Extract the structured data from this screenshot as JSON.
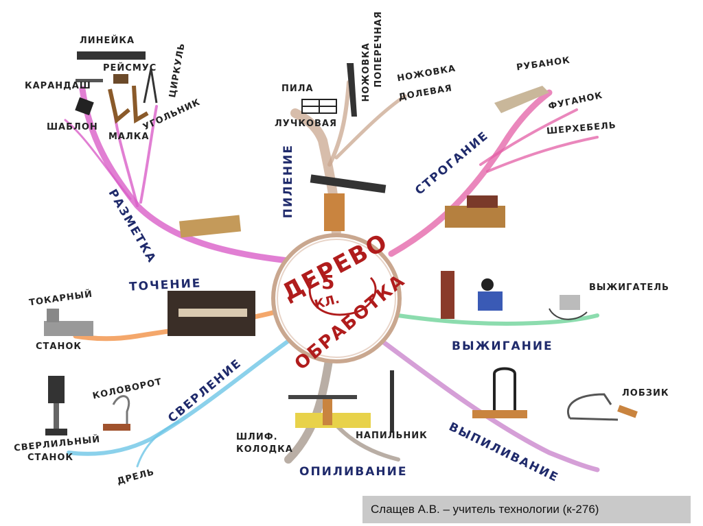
{
  "center": {
    "line1": "ДЕРЕВО",
    "grade": "5",
    "grade2": "КЛ.",
    "line2": "ОБРАБОТКА"
  },
  "branches": {
    "marking": "РАЗМЕТКА",
    "sawing": "ПИЛЕНИЕ",
    "planing": "СТРОГАНИЕ",
    "turning": "ТОЧЕНИЕ",
    "burning": "ВЫЖИГАНИЕ",
    "drilling": "СВЕРЛЕНИЕ",
    "filing": "ОПИЛИВАНИЕ",
    "fretsawing": "ВЫПИЛИВАНИЕ"
  },
  "tools": {
    "ruler": "ЛИНЕЙКА",
    "scriber": "РЕЙСМУС",
    "compass": "ЦИРКУЛЬ",
    "pencil": "КАРАНДАШ",
    "template": "ШАБЛОН",
    "bevel": "МАЛКА",
    "square": "УГОЛЬНИК",
    "saw": "ПИЛА",
    "bow_saw": "ЛУЧКОВАЯ",
    "crosscut_saw_1": "НОЖОВКА",
    "crosscut_saw_2": "ПОПЕРЕЧНАЯ",
    "rip_saw_1": "НОЖОВКА",
    "rip_saw_2": "ДОЛЕВАЯ",
    "plane": "РУБАНОК",
    "jointer": "ФУГАНОК",
    "scrub_plane": "ШЕРХЕБЕЛЬ",
    "lathe_1": "ТОКАРНЫЙ",
    "lathe_2": "СТАНОК",
    "burner": "ВЫЖИГАТЕЛЬ",
    "brace": "КОЛОВОРОТ",
    "drill_press_1": "СВЕРЛИЛЬНЫЙ",
    "drill_press_2": "СТАНОК",
    "drill": "ДРЕЛЬ",
    "sanding_block_1": "ШЛИФ.",
    "sanding_block_2": "КОЛОДКА",
    "file": "НАПИЛЬНИК",
    "jigsaw": "ЛОБЗИК"
  },
  "footer": "Слащев А.В. – учитель технологии (к-276)",
  "colors": {
    "marking": "#d95fc8",
    "sawing": "#c9a78f",
    "planing": "#e35fa6",
    "turning": "#f08a3a",
    "burning": "#6fd39a",
    "drilling": "#6ec6e6",
    "filing": "#9b8b7f",
    "fretsawing": "#c77fc9",
    "center_text": "#b01c1c",
    "branch_text": "#1f2a6b"
  }
}
